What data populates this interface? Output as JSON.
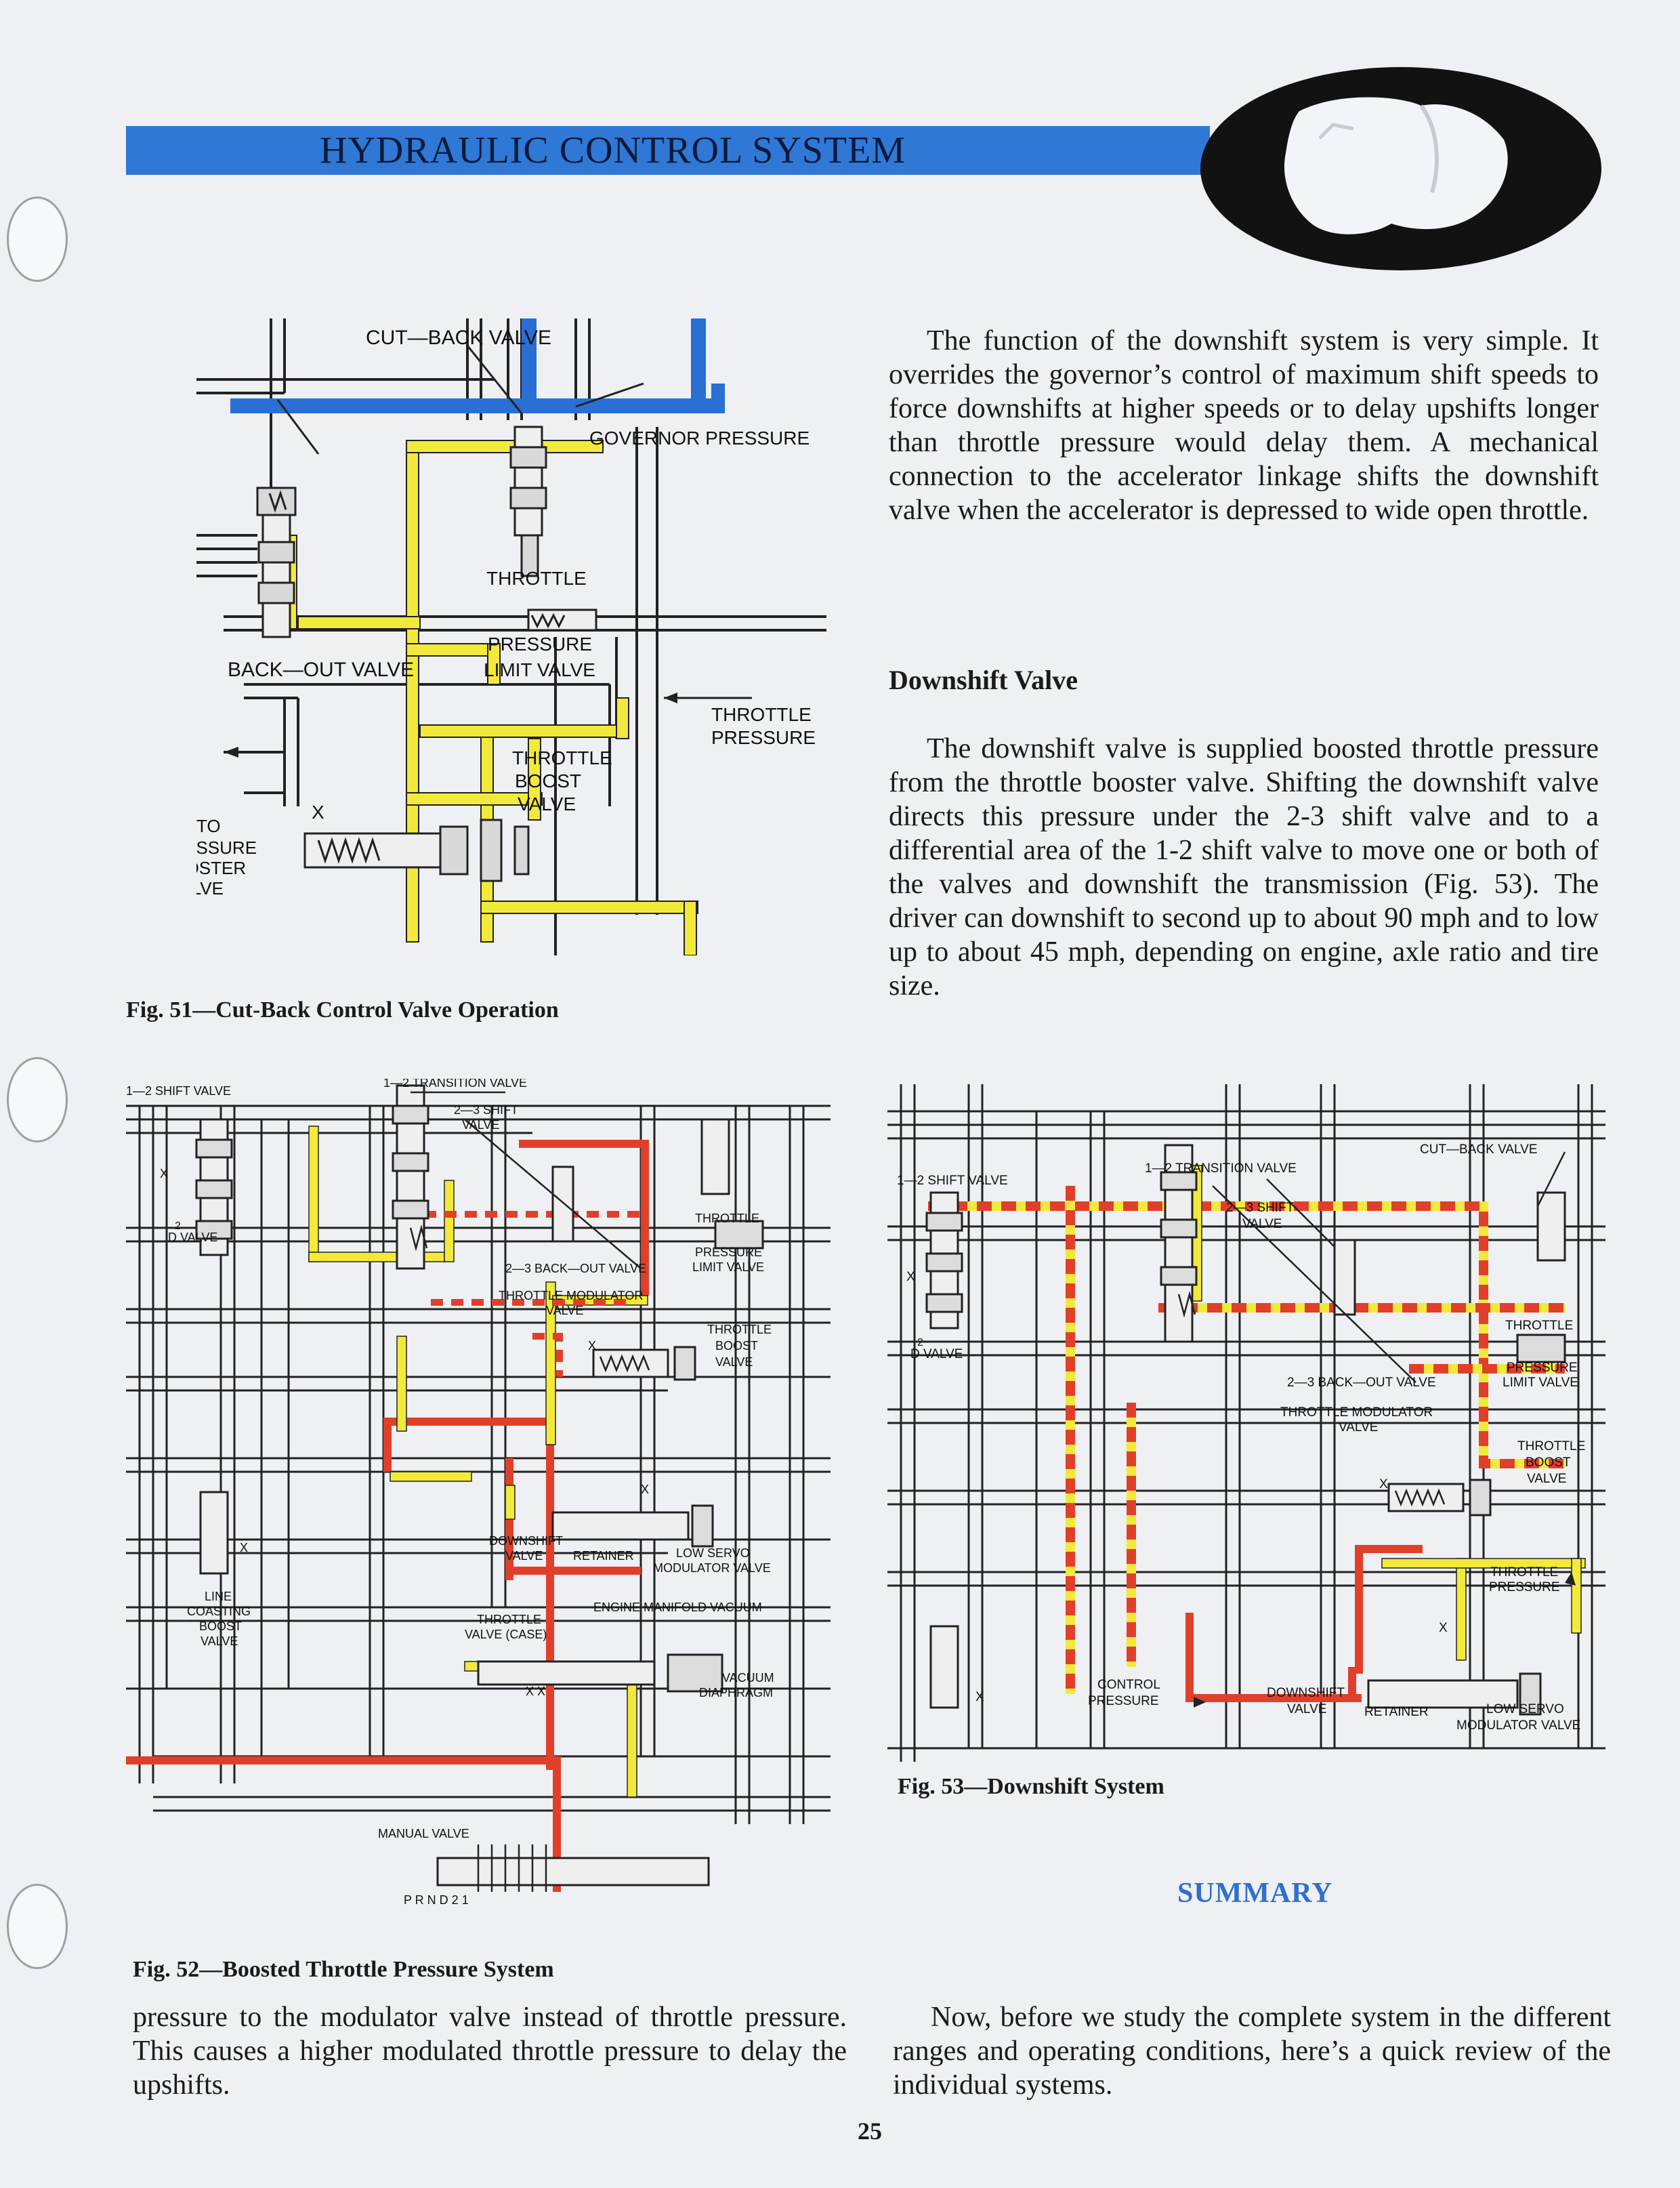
{
  "header": {
    "title": "HYDRAULIC CONTROL SYSTEM"
  },
  "fig51": {
    "caption": "Fig. 51—Cut-Back Control Valve Operation",
    "labels": {
      "cutback": "CUT—BACK VALVE",
      "governor": "GOVERNOR PRESSURE",
      "throttle": "THROTTLE",
      "pressure": "PRESSURE",
      "limit": "LIMIT VALVE",
      "backout": "BACK—OUT VALVE",
      "tp1": "THROTTLE",
      "tp2": "PRESSURE",
      "tb1": "THROTTLE",
      "tb2": "BOOST",
      "tb3": "VALVE",
      "x": "X",
      "to1": "TO",
      "to2": "PRESSURE",
      "to3": "BOOSTER",
      "to4": "VALVE"
    }
  },
  "fig52": {
    "caption": "Fig. 52—Boosted Throttle Pressure System",
    "labels": {
      "shift12": "1—2 SHIFT VALVE",
      "trans12": "1—2 TRANSITION VALVE",
      "shift23a": "2—3 SHIFT",
      "shift23b": "VALVE",
      "d2valve": "D VALVE",
      "sup2": "2",
      "throttle": "THROTTLE",
      "pressure": "PRESSURE",
      "limit": "LIMIT VALVE",
      "backout": "2—3 BACK—OUT VALVE",
      "tmod1": "THROTTLE MODULATOR",
      "tmod2": "VALVE",
      "tb1": "THROTTLE",
      "tb2": "BOOST",
      "tb3": "VALVE",
      "xa": "X",
      "xb": "X",
      "xc": "X",
      "xd": "X",
      "downshift1": "DOWNSHIFT",
      "downshift2": "VALVE",
      "retainer": "RETAINER",
      "lowservo1": "LOW SERVO",
      "lowservo2": "MODULATOR VALVE",
      "line1": "LINE",
      "line2": "COASTING",
      "line3": "BOOST",
      "line4": "VALVE",
      "tvcase1": "THROTTLE",
      "tvcase2": "VALVE (CASE)",
      "engine": "ENGINE MANIFOLD VACUUM",
      "vac1": "VACUUM",
      "vac2": "DIAPHRAGM",
      "xx": "X X",
      "manual": "MANUAL VALVE",
      "prnd": "P R N D 2 1"
    }
  },
  "fig53": {
    "caption": "Fig. 53—Downshift System",
    "labels": {
      "shift12": "1—2 SHIFT VALVE",
      "trans12": "1—2 TRANSITION VALVE",
      "cutback": "CUT—BACK VALVE",
      "shift23a": "2—3 SHIFT",
      "shift23b": "VALVE",
      "d2valve": "D VALVE",
      "sup2": "2",
      "xa": "X",
      "throttle": "THROTTLE",
      "pressure": "PRESSURE",
      "limit": "LIMIT VALVE",
      "backout": "2—3 BACK—OUT VALVE",
      "tmod1": "THROTTLE MODULATOR",
      "tmod2": "VALVE",
      "tb1": "THROTTLE",
      "tb2": "BOOST",
      "tb3": "VALVE",
      "xb": "X",
      "tp1": "THROTTLE",
      "tp2": "PRESSURE",
      "xc": "X",
      "control1": "CONTROL",
      "control2": "PRESSURE",
      "xd": "X",
      "downshift1": "DOWNSHIFT",
      "downshift2": "VALVE",
      "retainer": "RETAINER",
      "lowservo1": "LOW SERVO",
      "lowservo2": "MODULATOR VALVE"
    }
  },
  "text": {
    "intro": "The function of the downshift system is very simple. It overrides the governor’s control of maximum shift speeds to force downshifts at higher speeds or to delay upshifts longer than throttle pressure would delay them. A mechanical connection to the accelerator linkage shifts the downshift valve when the accelerator is depressed to wide open throttle.",
    "heading_downshift": "Downshift Valve",
    "downshift": "The downshift valve is supplied boosted throttle pressure from the throttle booster valve. Shifting the downshift valve directs this pressure under the 2-3 shift valve and to a differential area of the 1-2 shift valve to move one or both of the valves and downshift the transmission (Fig. 53). The driver can downshift to second up to about 90 mph and to low up to about 45 mph, depending on engine, axle ratio and tire size.",
    "summary_heading": "SUMMARY",
    "left_bottom": "pressure to the modulator valve instead of throttle pressure. This causes a higher modulated throttle pressure to delay the upshifts.",
    "right_bottom": "Now, before we study the complete system in the different ranges and operating conditions, here’s a quick review of the individual systems."
  },
  "page_number": "25",
  "colors": {
    "band": "#2f78d6",
    "governor": "#2a6fd4",
    "throttle_yellow": "#f2ea3a",
    "boost_red": "#e0402a",
    "line": "#222222"
  }
}
